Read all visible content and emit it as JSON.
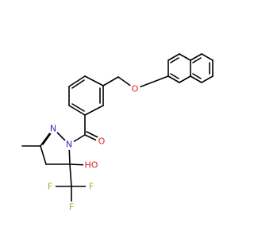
{
  "atom_labels": {
    "ring_nitrogen_a": "N",
    "ring_nitrogen_b": "N",
    "carbonyl_oxygen": "O",
    "ether_oxygen": "O",
    "hydroxyl": "HO",
    "fluorine_1": "F",
    "fluorine_2": "F",
    "fluorine_3": "F"
  },
  "colors": {
    "bond": "#000000",
    "nitrogen": "#2b2bd6",
    "oxygen": "#e02020",
    "fluorine": "#a6b02a"
  }
}
